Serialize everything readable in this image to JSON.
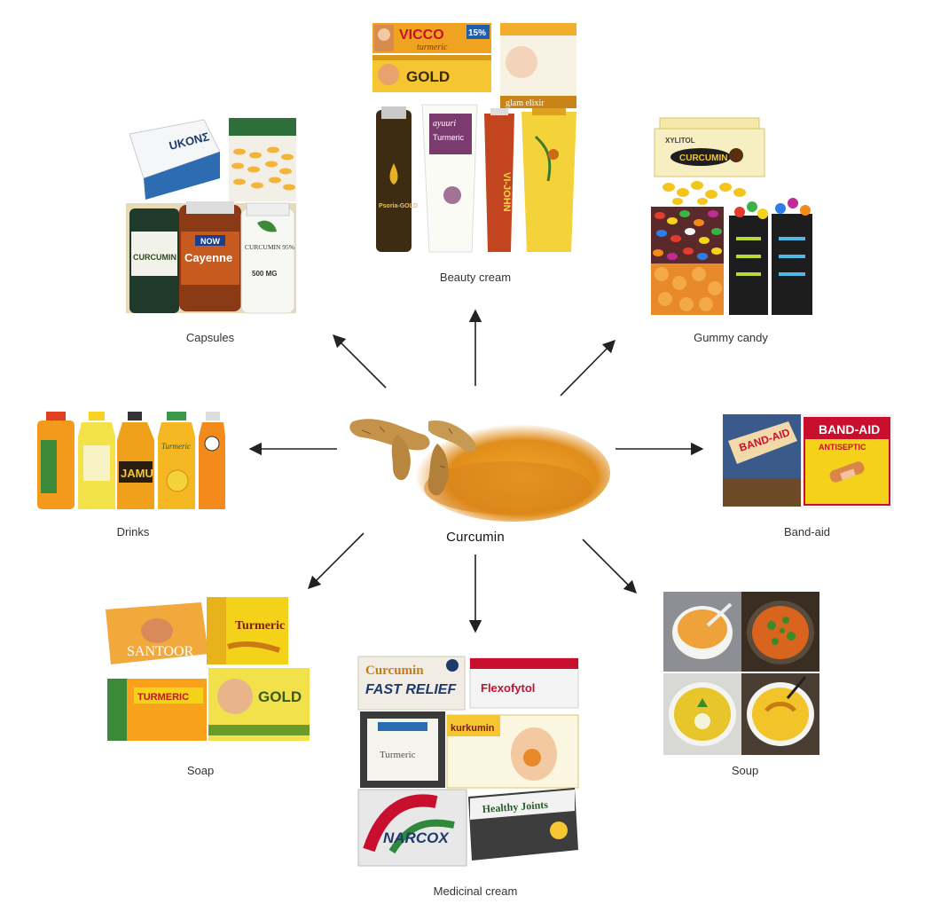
{
  "center": {
    "label": "Curcumin"
  },
  "categories": {
    "beauty_cream": {
      "label": "Beauty cream"
    },
    "capsules": {
      "label": "Capsules"
    },
    "gummy_candy": {
      "label": "Gummy candy"
    },
    "drinks": {
      "label": "Drinks"
    },
    "band_aid": {
      "label": "Band-aid"
    },
    "soap": {
      "label": "Soap"
    },
    "medicinal_cream": {
      "label": "Medicinal cream"
    },
    "soup": {
      "label": "Soup"
    }
  },
  "product_text": {
    "vicco": "VICCO",
    "vicco_sub": "turmeric",
    "vicco_badge": "15%",
    "gold": "GOLD",
    "glam": "glam elixir",
    "psoria": "Psoria-GOLD",
    "ayuuri": "ayuuri",
    "ayuuri_sub": "Turmeric",
    "vijohn": "VI-JOHN",
    "ukon": "UKONΣ",
    "cayenne": "Cayenne",
    "now": "NOW",
    "curcumin_cap": "CURCUMIN",
    "curcumin_95": "CURCUMIN 95%",
    "mg500": "500 MG",
    "xylitol": "XYLITOL",
    "curcumin_candy": "CURCUMIN",
    "bandaid_1": "BAND-AID",
    "bandaid_2": "BAND-AID",
    "antiseptic": "ANTISEPTIC",
    "santoor": "SANTOOR",
    "turmeric_soap": "Turmeric",
    "turmeric_soap2": "TURMERIC",
    "gold_soap": "GOLD",
    "curcumin_active": "Curcumin",
    "fast_relief": "FAST RELIEF",
    "flexofytol": "Flexofytol",
    "kurkumin": "kurkumin",
    "turmeric_med": "Turmeric",
    "narcox": "NARCOX",
    "healthy_joints": "Healthy Joints",
    "jamu": "JAMU",
    "turmeric_drink": "Turmeric"
  },
  "colors": {
    "turmeric": "#e8a21f",
    "turmeric_dark": "#c97a12",
    "arrow": "#222222"
  }
}
